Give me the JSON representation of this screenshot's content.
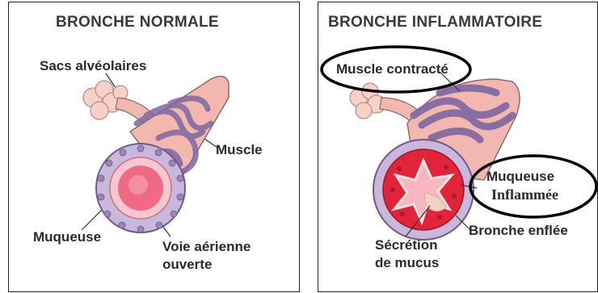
{
  "panels": {
    "left": {
      "title": "BRONCHE NORMALE",
      "labels": {
        "sacs": "Sacs alvéolaires",
        "muscle": "Muscle",
        "muqueuse": "Muqueuse",
        "voie_line1": "Voie aérienne",
        "voie_line2": "ouverte"
      }
    },
    "right": {
      "title": "BRONCHE INFLAMMATOIRE",
      "labels": {
        "muscle_contracte": "Muscle contracté",
        "muqueuse": "Muqueuse",
        "inflammee": "Inflammée",
        "bronche_enflee": "Bronche enflée",
        "secretion_line1": "Sécrétion",
        "secretion_line2": "de mucus"
      }
    }
  },
  "colors": {
    "tube": "#f2b8b0",
    "muscle": "#9a84b8",
    "wall": "#c9b8dc",
    "lumen": "#f06a86",
    "inflamed": "#e0243a",
    "mucus": "#f3d0c4"
  }
}
